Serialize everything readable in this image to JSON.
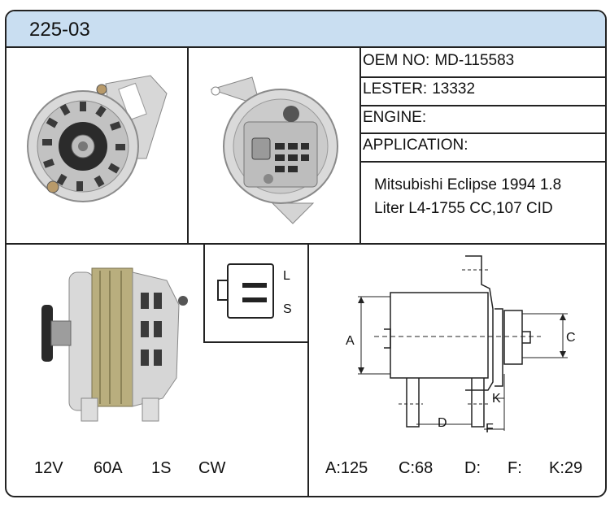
{
  "header": {
    "part_number": "225-03"
  },
  "info": {
    "oem_label": "OEM NO:",
    "oem_value": "MD-115583",
    "lester_label": "LESTER:",
    "lester_value": "13332",
    "engine_label": "ENGINE:",
    "engine_value": "",
    "application_label": "APPLICATION:",
    "application_value": ""
  },
  "application": {
    "line1": "Mitsubishi Eclipse 1994 1.8",
    "line2": "Liter L4-1755 CC,107 CID"
  },
  "connector": {
    "pin1": "L",
    "pin2": "S"
  },
  "specs": {
    "voltage": "12V",
    "amperage": "60A",
    "pulley": "1S",
    "rotation": "CW"
  },
  "dimensions_labels": {
    "a": "A",
    "c": "C",
    "d": "D",
    "f": "F",
    "k": "K"
  },
  "dimensions": {
    "a": "A:125",
    "c": "C:68",
    "d": "D:",
    "f": "F:",
    "k": "K:29"
  },
  "colors": {
    "header_bg": "#c9def1",
    "border": "#222222"
  }
}
